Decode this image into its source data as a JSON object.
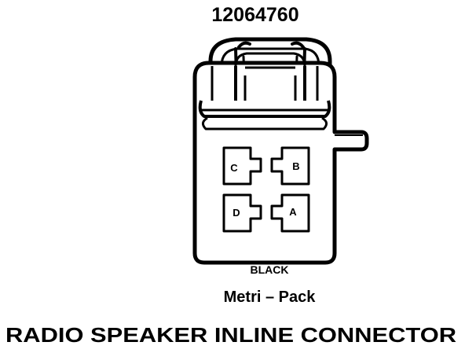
{
  "diagram": {
    "part_number": "12064760",
    "color_label": "BLACK",
    "series_label": "Metri – Pack",
    "caption": "RADIO SPEAKER INLINE CONNECTOR",
    "terminals": [
      {
        "id": "C",
        "label": "C"
      },
      {
        "id": "B",
        "label": "B"
      },
      {
        "id": "D",
        "label": "D"
      },
      {
        "id": "A",
        "label": "A"
      }
    ]
  }
}
